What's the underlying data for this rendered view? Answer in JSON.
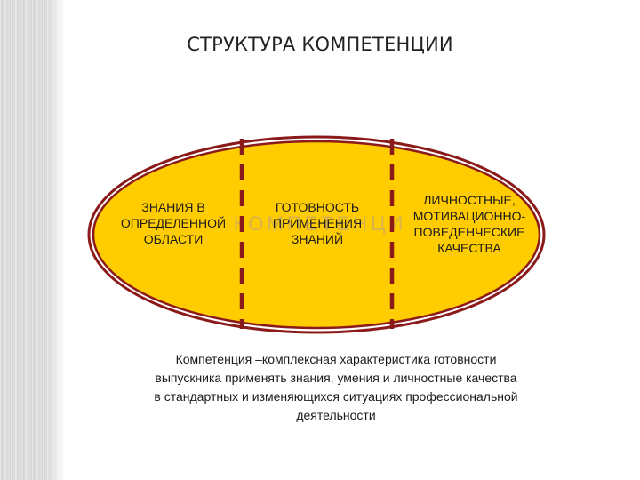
{
  "title": "СТРУКТУРА КОМПЕТЕНЦИИ",
  "columns": [
    {
      "label_lines": [
        "ЗНАНИЯ В",
        "ОПРЕДЕЛЕННОЙ",
        "ОБЛАСТИ"
      ]
    },
    {
      "label_lines": [
        "ГОТОВНОСТЬ",
        "ПРИМЕНЕНИЯ",
        "ЗНАНИЙ"
      ]
    },
    {
      "label_lines": [
        "ЛИЧНОСТНЫЕ,",
        "МОТИВАЦИОННО-",
        "ПОВЕДЕНЧЕСКИЕ",
        "КАЧЕСТВА"
      ]
    }
  ],
  "watermark": "КОМПЕТЕНЦИ",
  "definition_lines": [
    "Компетенция –комплексная характеристика готовности",
    "выпускника  применять знания, умения и личностные качества",
    "в стандартных и изменяющихся ситуациях профессиональной",
    "деятельности"
  ],
  "colors": {
    "ellipse_fill": "#ffcc00",
    "ellipse_border": "#8b1a1a",
    "divider": "#8b1a1a",
    "watermark": "#d8b24a"
  }
}
